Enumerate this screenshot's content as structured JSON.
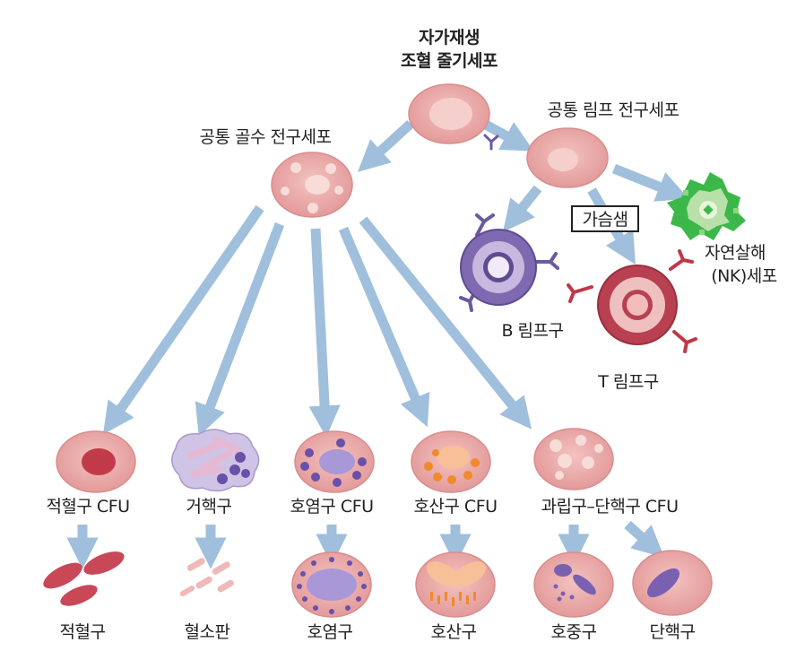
{
  "nodes": {
    "hsc": {
      "line1": "자가재생",
      "line2": "조혈 줄기세포"
    },
    "cmp": {
      "label": "공통 골수 전구세포"
    },
    "clp": {
      "label": "공통 림프 전구세포"
    },
    "thymus": {
      "label": "가슴샘"
    },
    "nk": {
      "line1": "자연살해",
      "line2": "(NK)세포"
    },
    "b_cell": {
      "label": "B 림프구"
    },
    "t_cell": {
      "label": "T 림프구"
    },
    "cfu_e": {
      "label": "적혈구 CFU"
    },
    "megakaryocyte": {
      "label": "거핵구"
    },
    "cfu_eo": {
      "label": "호염구 CFU"
    },
    "cfu_ba": {
      "label": "호산구 CFU"
    },
    "cfu_gm": {
      "label": "과립구–단핵구 CFU"
    },
    "rbc": {
      "label": "적혈구"
    },
    "platelet": {
      "label": "혈소판"
    },
    "basophil": {
      "label": "호염구"
    },
    "eosinophil": {
      "label": "호산구"
    },
    "neutrophil": {
      "label": "호중구"
    },
    "monocyte": {
      "label": "단핵구"
    }
  },
  "colors": {
    "arrow": "#9fbfdc",
    "cell_fill": "#e6a0a0",
    "cell_light": "#f2c4c2",
    "purple": "#8a70b8",
    "nk_green": "#3cb84a",
    "t_red": "#b84050"
  }
}
